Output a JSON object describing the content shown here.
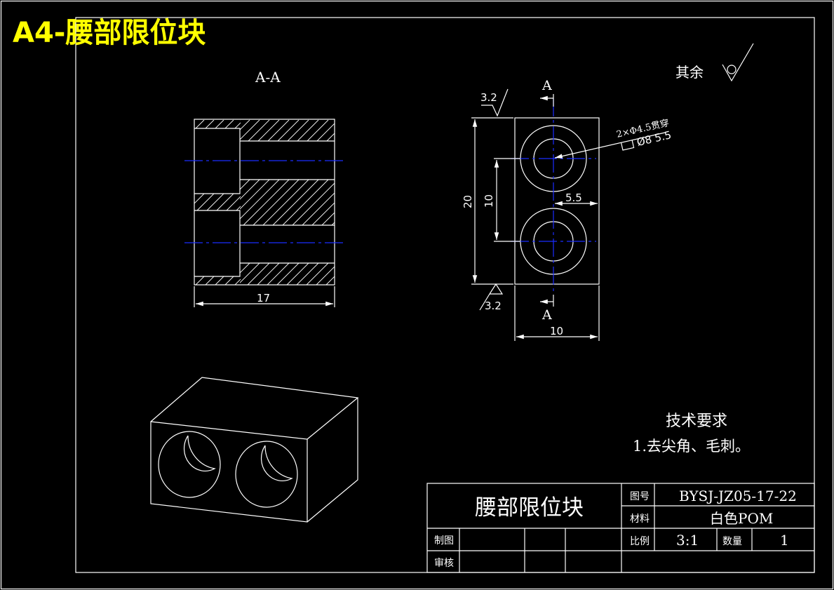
{
  "sheet": {
    "title": "A4-腰部限位块"
  },
  "section_view": {
    "label": "A-A",
    "width_dim": "17"
  },
  "front_view": {
    "section_mark": "A",
    "roughness_top": "3.2",
    "roughness_bottom": "3.2",
    "height_dim": "20",
    "hole_spacing_dim": "10",
    "edge_offset_dim": "5.5",
    "width_dim": "10",
    "hole_note": "2×Φ4.5贯穿",
    "counterbore_note": "Ø8 5.5"
  },
  "roughness_other": {
    "label": "其余"
  },
  "requirements": {
    "heading": "技术要求",
    "items": [
      "1.去尖角、毛刺。"
    ]
  },
  "title_block": {
    "part_name": "腰部限位块",
    "drawing_no_label": "图号",
    "drawing_no": "BYSJ-JZ05-17-22",
    "material_label": "材料",
    "material": "白色POM",
    "scale_label": "比例",
    "scale": "3:1",
    "quantity_label": "数量",
    "quantity": "1",
    "drawn_label": "制图",
    "checked_label": "审核"
  },
  "colors": {
    "background": "#000000",
    "lines": "#ffffff",
    "centerlines": "#1a2cff",
    "sheet_title": "#ffff00"
  }
}
